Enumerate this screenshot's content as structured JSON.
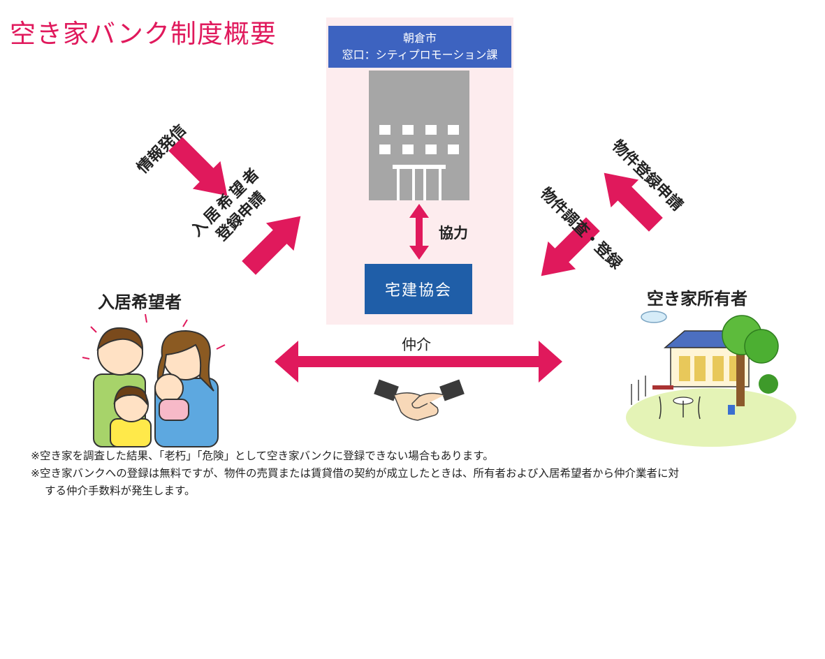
{
  "title": "空き家バンク制度概要",
  "city": {
    "name": "朝倉市",
    "window": "窓口：シティプロモーション課"
  },
  "cooperation": "協力",
  "association": "宅建協会",
  "left_party": "入居希望者",
  "right_party": "空き家所有者",
  "arrow_labels": {
    "info": "情報発信",
    "applicant_reg_line1": "入居希望者",
    "applicant_reg_line2": "登録申請",
    "property_reg": "物件登録申請",
    "survey": "物件調査・登録",
    "mediation": "仲介"
  },
  "notes": [
    "※空き家を調査した結果、「老朽」「危険」として空き家バンクに登録できない場合もあります。",
    "※空き家バンクへの登録は無料ですが、物件の売買または賃貸借の契約が成立したときは、所有者および入居希望者から仲介業者に対",
    "する仲介手数料が発生します。"
  ],
  "colors": {
    "accent": "#e0195c",
    "blue_header": "#3d63c0",
    "blue_box": "#1f5ea8",
    "panel": "#fdecee",
    "building": "#a6a6a6"
  }
}
